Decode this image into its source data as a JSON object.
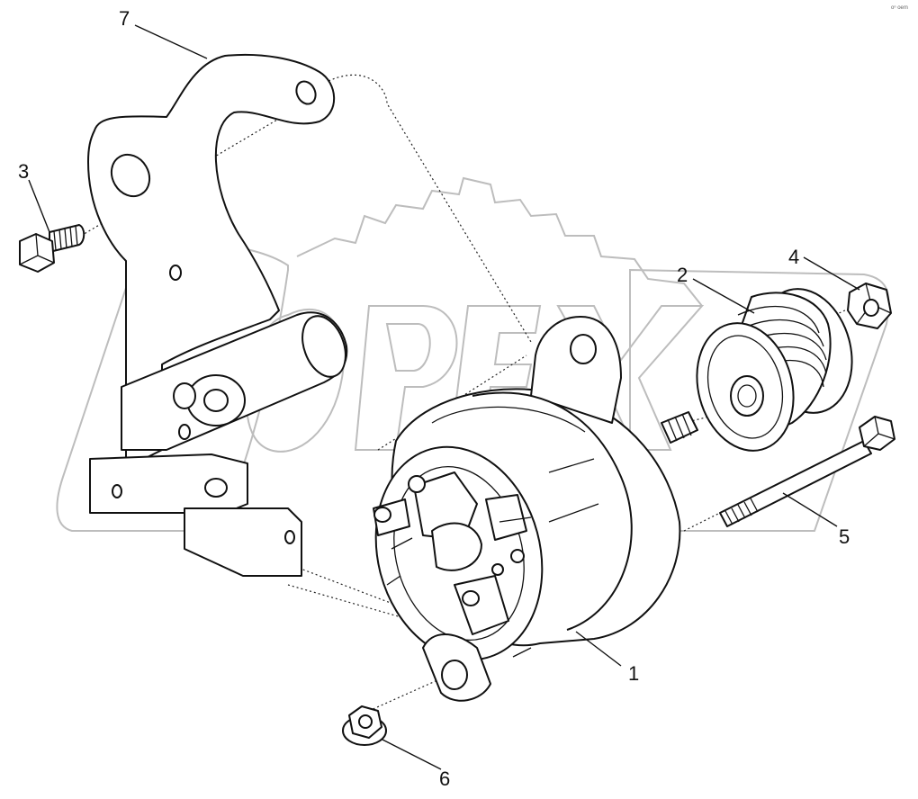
{
  "corner_mark": "oⁿ oem",
  "watermark": {
    "text": "OPEX"
  },
  "callouts": [
    {
      "id": "1",
      "label": "1"
    },
    {
      "id": "2",
      "label": "2"
    },
    {
      "id": "3",
      "label": "3"
    },
    {
      "id": "4",
      "label": "4"
    },
    {
      "id": "5",
      "label": "5"
    },
    {
      "id": "6",
      "label": "6"
    },
    {
      "id": "7",
      "label": "7"
    }
  ]
}
